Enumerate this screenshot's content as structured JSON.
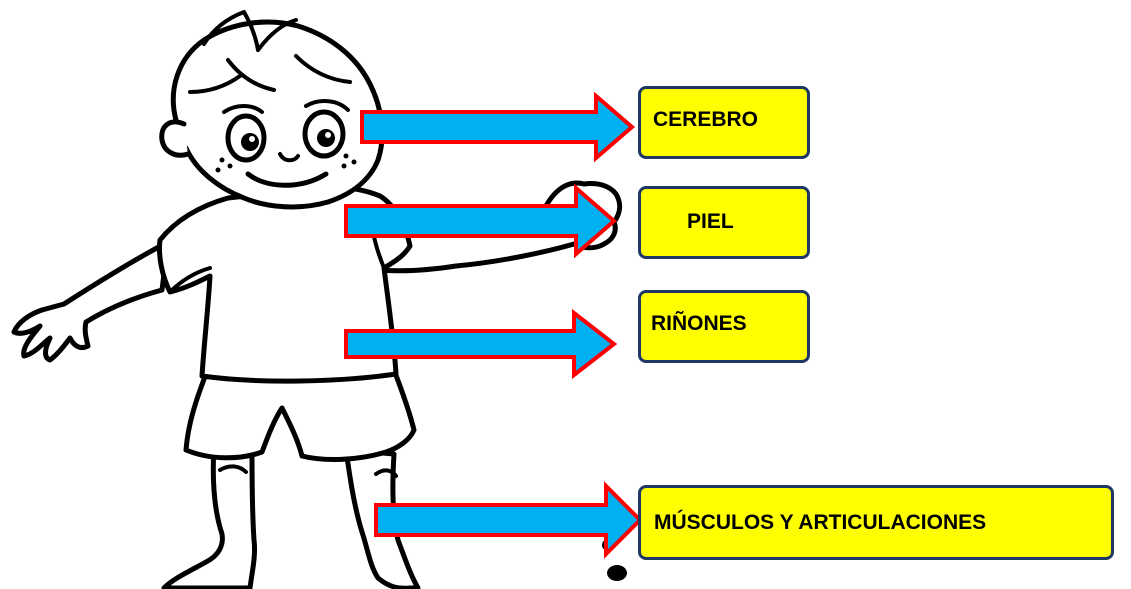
{
  "labels": {
    "cerebro": "CEREBRO",
    "piel": "PIEL",
    "rinones": "RIÑONES",
    "musculos": "MÚSCULOS Y ARTICULACIONES"
  },
  "colors": {
    "arrow_fill": "#00b0f0",
    "arrow_outline": "#ff0000",
    "box_fill": "#ffff00",
    "box_border": "#1f3864",
    "drawing_line": "#000000"
  },
  "illustration": {
    "subject": "child-line-drawing",
    "arrow_count": 4
  }
}
